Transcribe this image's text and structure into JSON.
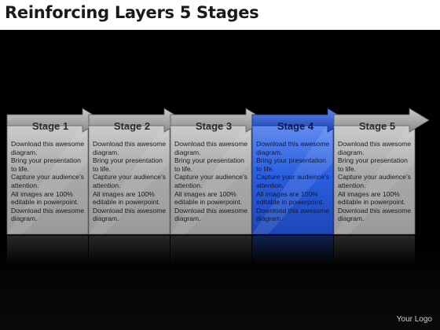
{
  "title": "Reinforcing Layers 5 Stages",
  "logo": "Your Logo",
  "colors": {
    "panel_gray": "#b5b5b5",
    "panel_blue": "#2a5fe0",
    "arrow_gray": "#9c9c9c",
    "arrow_blue": "#1f4ecf",
    "background": "#000000"
  },
  "stages": [
    {
      "label": "Stage 1",
      "highlight": false,
      "lines": [
        "Download this awesome diagram.",
        "Bring your presentation to life.",
        "Capture your audience's attention.",
        "All images are 100% editable in powerpoint.",
        "Download this awesome diagram."
      ]
    },
    {
      "label": "Stage 2",
      "highlight": false,
      "lines": [
        "Download this awesome diagram.",
        "Bring your presentation to life.",
        "Capture your audience's attention.",
        "All images are 100% editable in powerpoint.",
        "Download this awesome diagram."
      ]
    },
    {
      "label": "Stage 3",
      "highlight": false,
      "lines": [
        "Download this awesome diagram.",
        "Bring your presentation to life.",
        "Capture your audience's attention.",
        "All images are 100% editable in powerpoint.",
        "Download this awesome diagram."
      ]
    },
    {
      "label": "Stage 4",
      "highlight": true,
      "lines": [
        "Download this awesome diagram.",
        "Bring your presentation to life.",
        "Capture your audience's attention.",
        "All images are 100% editable in powerpoint.",
        "Download this awesome diagram."
      ]
    },
    {
      "label": "Stage 5",
      "highlight": false,
      "lines": [
        "Download this awesome diagram.",
        "Bring your presentation to life.",
        "Capture your audience's attention.",
        "All images are 100% editable in powerpoint.",
        "Download this awesome diagram."
      ]
    }
  ]
}
